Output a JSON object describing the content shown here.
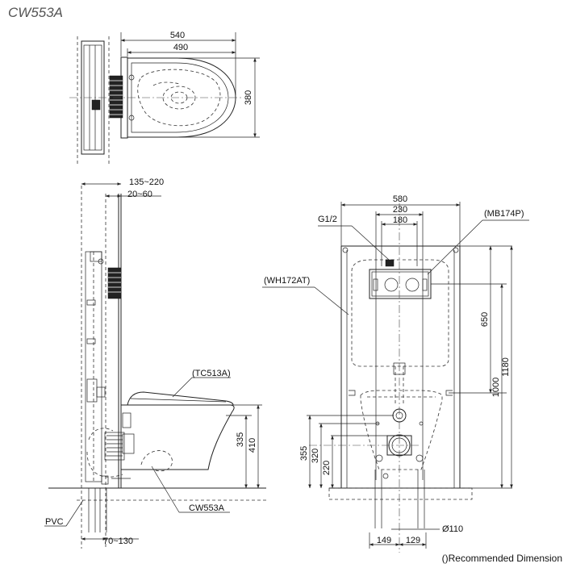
{
  "title": "CW553A",
  "top_view": {
    "width_outer": "540",
    "width_inner": "490",
    "depth": "380"
  },
  "side_view": {
    "wall_range": "135~220",
    "offset_range": "20~60",
    "seat_label": "(TC513A)",
    "bowl_label": "CW553A",
    "height_a": "335",
    "height_b": "410",
    "pvc_label": "PVC",
    "bottom_range": "70~130"
  },
  "front_view": {
    "width_frame": "580",
    "width_plate": "230",
    "width_inner": "180",
    "inlet_label": "G1/2",
    "plate_label": "(MB174P)",
    "frame_label": "(WH172AT)",
    "h650": "650",
    "h1000": "1000",
    "h1180": "1180",
    "h355": "355",
    "h320": "320",
    "h220": "220",
    "w149": "149",
    "w129": "129",
    "drain": "Ø110"
  },
  "footnote": "()Recommended Dimension"
}
